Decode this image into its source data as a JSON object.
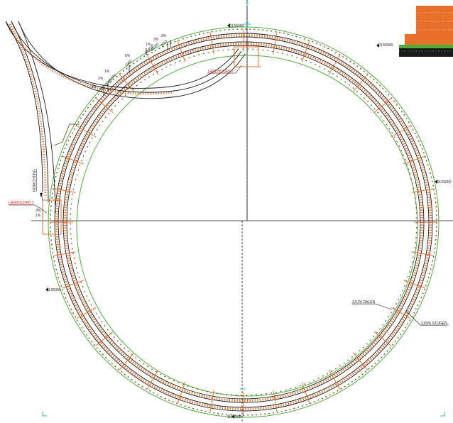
{
  "colors": {
    "background": "#ffffff",
    "track": "#1a1a1a",
    "sleeper": "#e8702a",
    "outline_green": "#4caf3a",
    "embankment": "#6b5a1e",
    "label_red": "#d4332b",
    "marker_cyan": "#29b6d8"
  },
  "labels": {
    "top_level": "2L55000",
    "right_level": "2L55000",
    "left_level": "2L55000",
    "bottom_level": "2L55000",
    "inset_level": "2L55000",
    "landhoofd_top": "LANDHOOFD 2",
    "landhoofd_left": "LANDHOOFD 1",
    "rijrichting": "RIJRICHTING",
    "dalen": "3,51% DALEN",
    "stijgen": "3,65% STIJGEN"
  },
  "grades": {
    "g1": "3%",
    "g2": "2%",
    "g3": "1%",
    "g4": "6%",
    "g5": "1%",
    "g6": "2%",
    "g7": "3%"
  },
  "stations": {
    "s1": "1950",
    "s2": "1960",
    "s3": "1970",
    "s4": "1980",
    "s5": "1990",
    "s6": "2000",
    "s7": "2010"
  },
  "left_small": {
    "a": "3%",
    "b": "1%"
  }
}
